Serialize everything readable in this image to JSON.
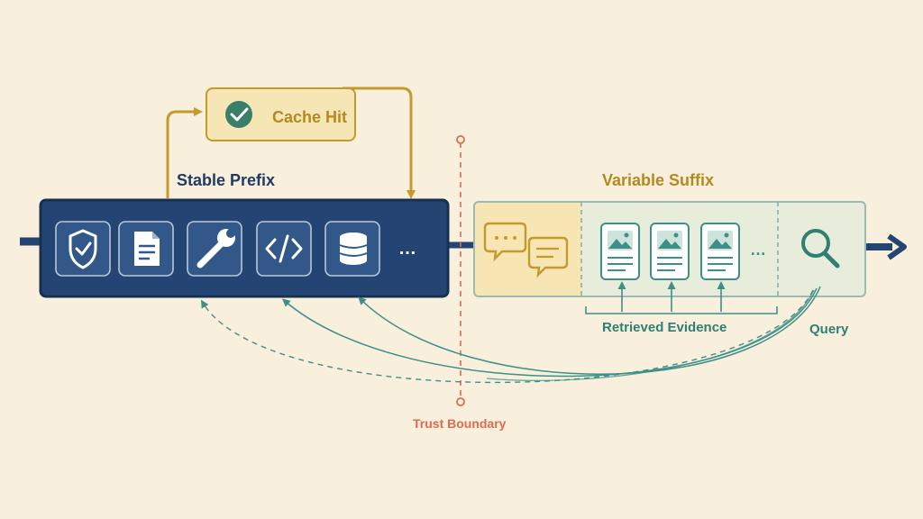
{
  "labels": {
    "cache_hit": "Cache Hit",
    "stable_prefix": "Stable Prefix",
    "variable_suffix": "Variable Suffix",
    "retrieved_evidence": "Retrieved Evidence",
    "query": "Query",
    "trust_boundary": "Trust Boundary",
    "prefix_more": "…",
    "evidence_more": "…"
  },
  "prefix_icons": [
    "shield-check-icon",
    "document-icon",
    "wrench-icon",
    "code-icon",
    "database-icon"
  ],
  "suffix_icons": [
    "chat-bubbles-icon",
    "evidence-card-icon",
    "evidence-card-icon",
    "evidence-card-icon",
    "magnifier-icon"
  ],
  "colors": {
    "background": "#f8f0dd",
    "prefix_navy": "#244574",
    "cache_gold": "#c49a2c",
    "suffix_teal": "#3e8f88",
    "chat_yellow": "#f6e6b4",
    "trust_red": "#e06a50"
  }
}
